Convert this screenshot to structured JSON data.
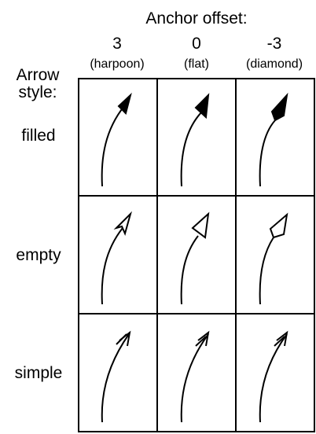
{
  "header": {
    "title": "Anchor offset:",
    "columns": [
      {
        "value": "3",
        "name": "(harpoon)"
      },
      {
        "value": "0",
        "name": "(flat)"
      },
      {
        "value": "-3",
        "name": "(diamond)"
      }
    ]
  },
  "rows_header": {
    "line1": "Arrow",
    "line2": "style:"
  },
  "rows": [
    {
      "label": "filled"
    },
    {
      "label": "empty"
    },
    {
      "label": "simple"
    }
  ],
  "colors": {
    "ink": "#000000",
    "background": "#ffffff"
  }
}
